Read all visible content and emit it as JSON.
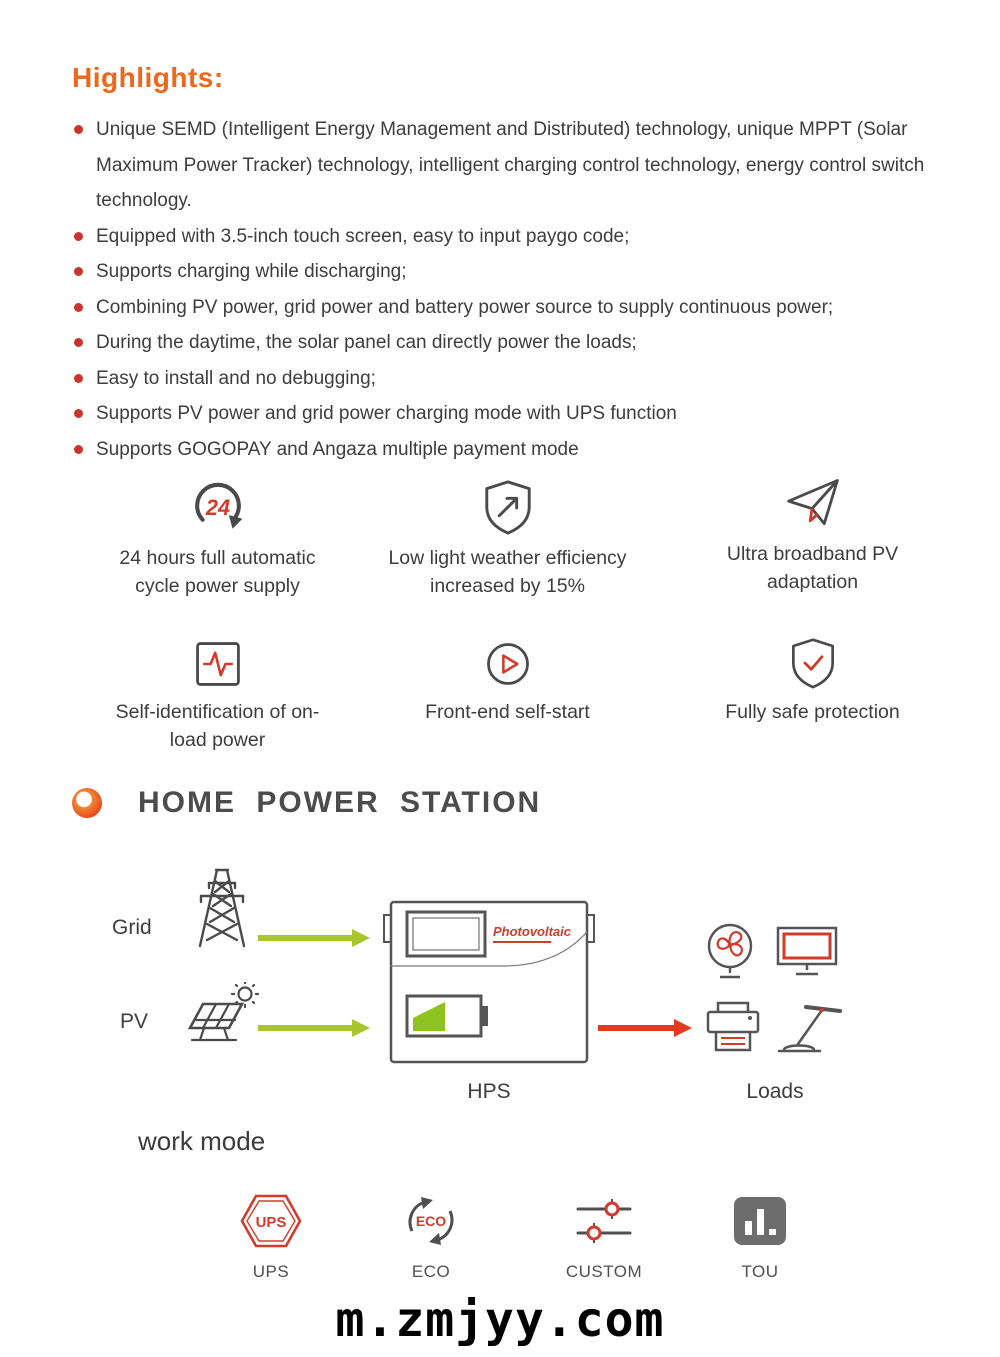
{
  "colors": {
    "accent_red": "#d23b2b",
    "accent_orange": "#ec681c",
    "text_dark": "#3d3d3d",
    "arrow_green": "#a8c62c",
    "arrow_red": "#e3391f",
    "icon_gray": "#4a4a4a",
    "battery_green": "#8dc21f"
  },
  "highlights": {
    "title": "Highlights:",
    "items": [
      "Unique SEMD (Intelligent Energy Management and Distributed) technology, unique MPPT (Solar Maximum Power Tracker) technology, intelligent charging control technology, energy control switch technology.",
      "Equipped with 3.5-inch touch screen, easy to input paygo code;",
      "Supports charging while discharging;",
      "Combining PV power, grid power and battery power source to supply continuous power;",
      "During the daytime, the solar panel can directly power the loads;",
      "Easy to install and no debugging;",
      "Supports PV power and grid power charging mode with UPS function",
      "Supports GOGOPAY and Angaza multiple payment mode"
    ]
  },
  "features": [
    {
      "icon": "24-hours-cycle-icon",
      "label": "24 hours full automatic cycle power supply"
    },
    {
      "icon": "shield-efficiency-icon",
      "label": "Low light weather efficiency increased by 15%"
    },
    {
      "icon": "paper-plane-icon",
      "label": "Ultra broadband PV adaptation"
    },
    {
      "icon": "load-pulse-icon",
      "label": "Self-identification of on-load power"
    },
    {
      "icon": "self-start-icon",
      "label": "Front-end self-start"
    },
    {
      "icon": "shield-check-icon",
      "label": "Fully safe protection"
    }
  ],
  "home_power_station": {
    "title": "HOME POWER STATION",
    "grid_label": "Grid",
    "pv_label": "PV",
    "device_brand": "Photovoltaic",
    "device_label": "HPS",
    "loads_label": "Loads"
  },
  "work_mode": {
    "title": "work mode",
    "modes": [
      {
        "icon": "ups-hexagon-icon",
        "label": "UPS"
      },
      {
        "icon": "eco-cycle-icon",
        "label": "ECO"
      },
      {
        "icon": "custom-sliders-icon",
        "label": "CUSTOM"
      },
      {
        "icon": "tou-chart-icon",
        "label": "TOU"
      }
    ]
  },
  "footer": {
    "watermark": "m.zmjyy.com"
  }
}
